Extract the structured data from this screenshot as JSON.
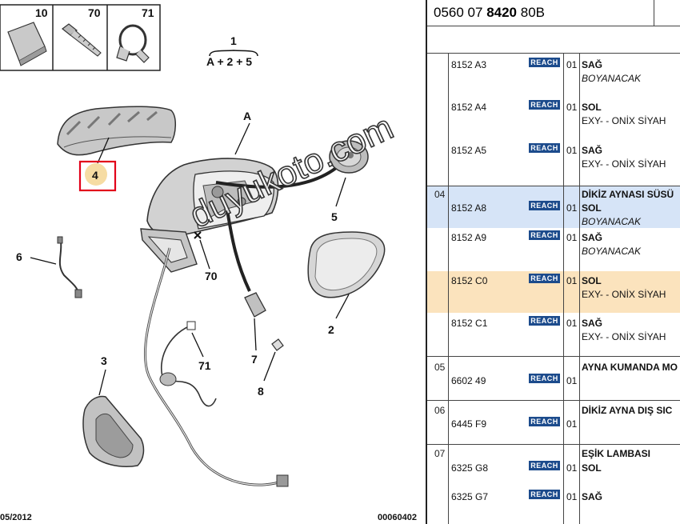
{
  "diagram": {
    "thumbs": [
      "10",
      "70",
      "71"
    ],
    "assembly_num": "1",
    "assembly_formula": "A + 2 + 5",
    "callouts": {
      "A": "A",
      "c2": "2",
      "c3": "3",
      "c4": "4",
      "c5": "5",
      "c6": "6",
      "c7": "7",
      "c8": "8",
      "c70": "70",
      "c71": "71"
    },
    "footer_left": "05/2012",
    "footer_right": "00060402"
  },
  "header": {
    "ref_prefix": "0560 07",
    "ref_bold": "8420",
    "ref_suffix": "80B"
  },
  "badge_label": "REACH",
  "rows": [
    {
      "group": "",
      "part": "8152 A3",
      "qty": "01",
      "desc1": "SAĞ",
      "desc2": "BOYANACAK",
      "italic": true,
      "bold": false
    },
    {
      "group": "",
      "part": "8152 A4",
      "qty": "01",
      "desc1": "SOL",
      "desc2": "EXY- - ONİX SİYAH",
      "italic": false,
      "bold": false
    },
    {
      "group": "",
      "part": "8152 A5",
      "qty": "01",
      "desc1": "SAĞ",
      "desc2": "EXY- - ONİX SİYAH",
      "italic": false,
      "bold": false
    },
    {
      "group": "04",
      "part": "8152 A8",
      "qty": "01",
      "desc0": "DİKİZ AYNASI SÜSÜ",
      "desc1": "SOL",
      "desc2": "BOYANACAK",
      "italic": true,
      "bold": false
    },
    {
      "group": "",
      "part": "8152 A9",
      "qty": "01",
      "desc1": "SAĞ",
      "desc2": "BOYANACAK",
      "italic": true,
      "bold": false
    },
    {
      "group": "",
      "part": "8152 C0",
      "qty": "01",
      "desc1": "SOL",
      "desc2": "EXY- - ONİX SİYAH",
      "italic": false,
      "bold": false
    },
    {
      "group": "",
      "part": "8152 C1",
      "qty": "01",
      "desc1": "SAĞ",
      "desc2": "EXY- - ONİX SİYAH",
      "italic": false,
      "bold": false
    },
    {
      "group": "05",
      "part": "6602 49",
      "qty": "01",
      "desc0": "AYNA KUMANDA MO",
      "desc1": "",
      "desc2": ""
    },
    {
      "group": "06",
      "part": "6445 F9",
      "qty": "01",
      "desc0": "DİKİZ AYNA DIŞ SIC",
      "desc1": "",
      "desc2": ""
    },
    {
      "group": "07",
      "part": "6325 G8",
      "qty": "01",
      "desc0": "EŞİK LAMBASI",
      "desc1": "SOL",
      "desc2": ""
    },
    {
      "group": "",
      "part": "6325 G7",
      "qty": "01",
      "desc1": "SAĞ",
      "desc2": ""
    }
  ],
  "watermark": "duyukoto.com",
  "colors": {
    "highlight_blue": "#d6e4f7",
    "highlight_orange": "#fbe3bd",
    "badge": "#1c4b8c",
    "callout_red": "#e2001a"
  }
}
